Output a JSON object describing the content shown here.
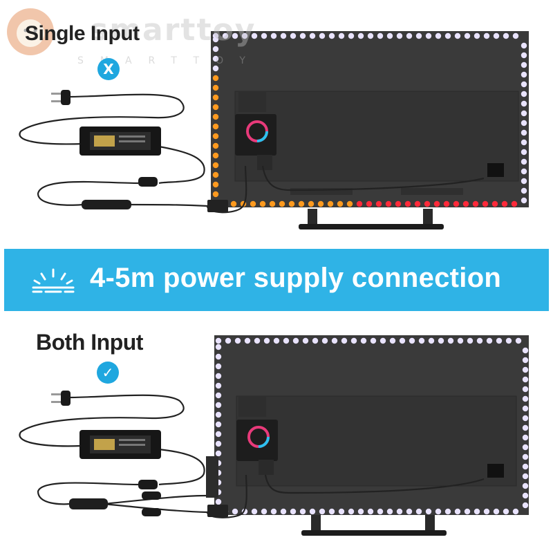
{
  "colors": {
    "banner": "#2fb3e6",
    "status": "#1fa7df",
    "tv": "#3a3a3a",
    "led_white": "#e9e3ff",
    "led_orange": "#ff9a1f",
    "led_red": "#ff2a3a"
  },
  "watermark": {
    "text": "smarttoy",
    "subtext": "SMARTTOY"
  },
  "top_panel": {
    "heading": "Single Input",
    "status_symbol": "X",
    "status_icon": "x-icon"
  },
  "banner": {
    "text": "4-5m power supply connection",
    "icon": "sunrise-icon"
  },
  "bottom_panel": {
    "heading": "Both Input",
    "status_symbol": "✓",
    "status_icon": "checkmark-icon"
  }
}
